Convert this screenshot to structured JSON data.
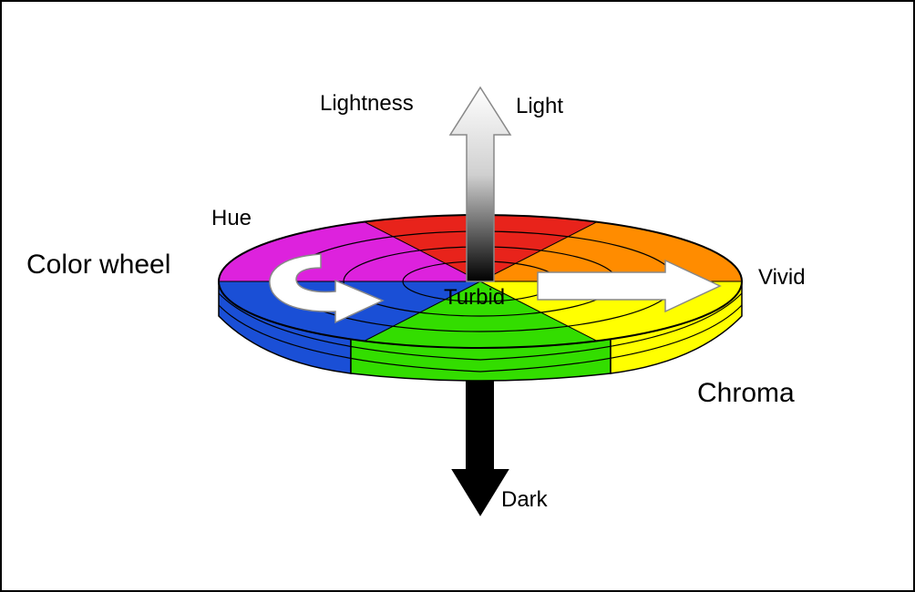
{
  "labels": {
    "lightness": "Lightness",
    "light": "Light",
    "hue": "Hue",
    "color_wheel": "Color wheel",
    "vivid": "Vivid",
    "turbid": "Turbid",
    "chroma": "Chroma",
    "dark": "Dark"
  },
  "wheel": {
    "segments": [
      {
        "name": "red",
        "color": "#e8231b"
      },
      {
        "name": "orange",
        "color": "#ff8c00"
      },
      {
        "name": "yellow",
        "color": "#ffff00"
      },
      {
        "name": "green",
        "color": "#33dd00"
      },
      {
        "name": "blue",
        "color": "#1a4fd6"
      },
      {
        "name": "magenta",
        "color": "#dd22dd"
      }
    ]
  },
  "colors": {
    "outline": "#000000",
    "arrow_white": "#ffffff",
    "arrow_dark": "#000000"
  }
}
